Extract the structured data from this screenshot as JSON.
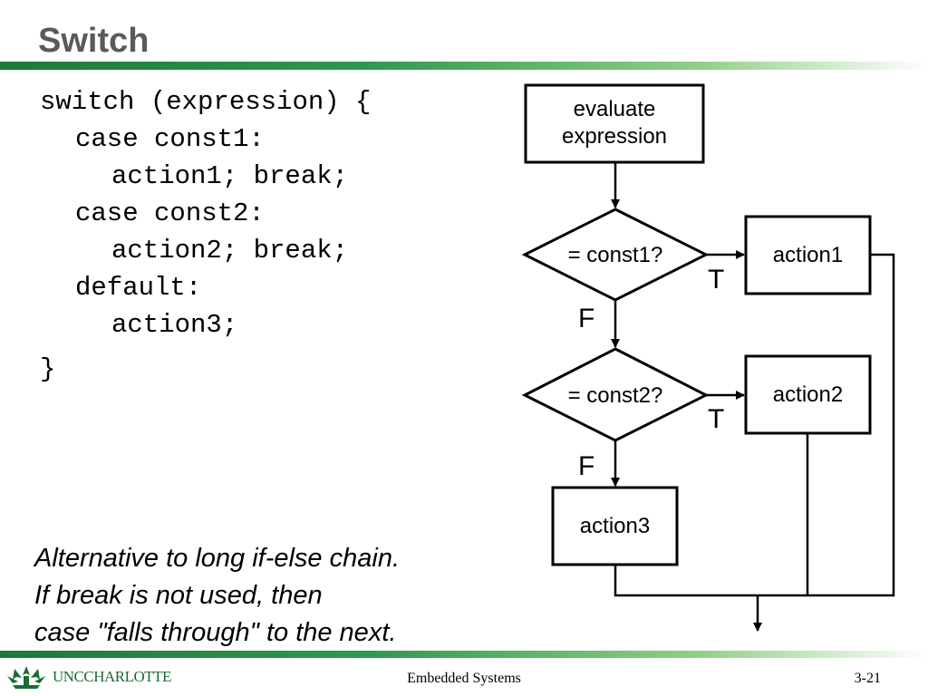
{
  "slide": {
    "title": "Switch"
  },
  "code": {
    "lines": [
      "switch (expression) {",
      "case const1:",
      "action1; break;",
      "case const2:",
      "action2; break;",
      "default:",
      "action3;",
      "}"
    ]
  },
  "note": {
    "lines": [
      "Alternative to long if-else chain.",
      "If break is not used, then",
      "case \"falls through\" to the next."
    ]
  },
  "flowchart": {
    "evaluate": [
      "evaluate",
      "expression"
    ],
    "decision1": "= const1?",
    "decision2": "= const2?",
    "action1": "action1",
    "action2": "action2",
    "action3": "action3",
    "true_label": "T",
    "false_label": "F"
  },
  "footer": {
    "logo": "UNCCHARLOTTE",
    "course": "Embedded Systems",
    "page": "3-21"
  },
  "colors": {
    "title_gray": "#5a5a5a",
    "rule_green": "#1a7a3a",
    "logo_green": "#1a6b35"
  }
}
